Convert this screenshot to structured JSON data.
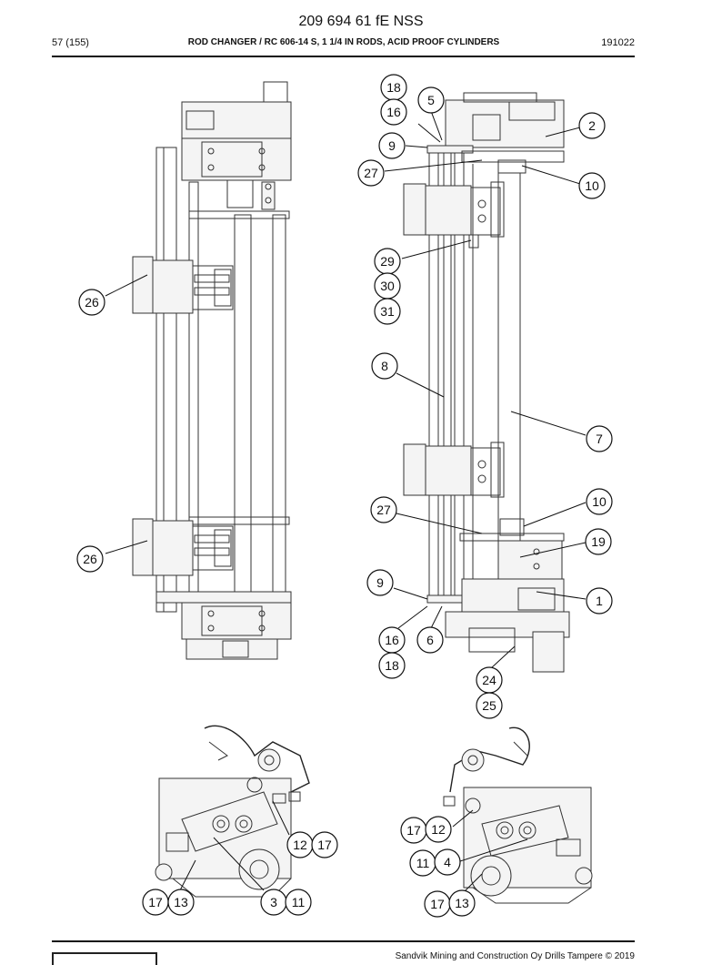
{
  "header": {
    "doc_number": "209 694 61 fE NSS",
    "page_ref": "57 (155)",
    "title": "ROD CHANGER / RC 606-14 S, 1 1/4 IN RODS, ACID PROOF CYLINDERS",
    "code": "191022"
  },
  "callouts": [
    "18",
    "5",
    "16",
    "9",
    "2",
    "27",
    "10",
    "29",
    "30",
    "31",
    "8",
    "7",
    "10",
    "27",
    "19",
    "9",
    "1",
    "16",
    "6",
    "18",
    "24",
    "25",
    "26",
    "26",
    "12",
    "17",
    "17",
    "13",
    "3",
    "11",
    "17",
    "12",
    "11",
    "4",
    "17",
    "13"
  ],
  "footer": {
    "copyright": "Sandvik Mining and Construction Oy Drills Tampere © 2019"
  }
}
